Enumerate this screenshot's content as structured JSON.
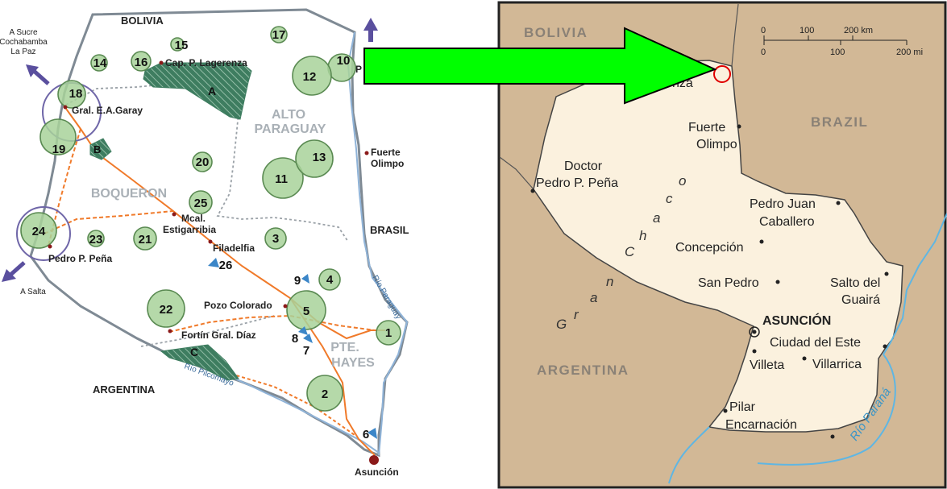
{
  "left_map": {
    "countries": {
      "bolivia": "BOLIVIA",
      "argentina": "ARGENTINA",
      "brasil": "BRASIL"
    },
    "departments": {
      "alto_paraguay_1": "ALTO",
      "alto_paraguay_2": "PARAGUAY",
      "boqueron": "BOQUERON",
      "pte_hayes_1": "PTE.",
      "pte_hayes_2": "HAYES"
    },
    "directions": {
      "north_1": "A Sucre",
      "north_2": "Cochabamba",
      "north_3": "La Paz",
      "south": "A Salta"
    },
    "towns": {
      "lagerenza": "Cap. P. Lagerenza",
      "garay": "Gral. E.A.Garay",
      "fuerte_1": "Fuerte",
      "fuerte_2": "Olimpo",
      "mcal_1": "Mcal.",
      "mcal_2": "Estigarribia",
      "filadelfia": "Filadelfia",
      "pena": "Pedro P. Peña",
      "pozo": "Pozo Colorado",
      "diaz": "Fortín Gral. Díaz",
      "asuncion": "Asunción",
      "partial_p": "P"
    },
    "rivers": {
      "paraguay": "Río Paraguay",
      "pilcomayo": "Río Pilcomayo"
    },
    "zones": {
      "a": "A",
      "b": "B",
      "c": "C"
    },
    "sites": [
      "1",
      "2",
      "3",
      "4",
      "5",
      "6",
      "7",
      "8",
      "9",
      "10",
      "11",
      "12",
      "13",
      "14",
      "15",
      "16",
      "17",
      "18",
      "19",
      "20",
      "21",
      "22",
      "23",
      "24",
      "25",
      "26"
    ]
  },
  "right_map": {
    "countries": {
      "bolivia": "BOLIVIA",
      "brazil": "BRAZIL",
      "argentina": "ARGENTINA"
    },
    "region": {
      "g1": "G",
      "g2": "r",
      "g3": "a",
      "g4": "n",
      "c1": "C",
      "c2": "h",
      "c3": "a",
      "c4": "c",
      "c5": "o"
    },
    "cities": {
      "partial": "nza",
      "fuerte_1": "Fuerte",
      "fuerte_2": "Olimpo",
      "doctor_1": "Doctor",
      "doctor_2": "Pedro P. Peña",
      "pjc_1": "Pedro Juan",
      "pjc_2": "Caballero",
      "concepcion": "Concepción",
      "san_pedro": "San Pedro",
      "salto_1": "Salto del",
      "salto_2": "Guairá",
      "asuncion": "ASUNCIÓN",
      "cde": "Ciudad del Este",
      "villeta": "Villeta",
      "villarrica": "Villarrica",
      "pilar": "Pilar",
      "encarnacion": "Encarnación",
      "rio_parana": "Río Paraná"
    },
    "scale": {
      "km_0": "0",
      "km_100": "100",
      "km_200": "200 km",
      "mi_0": "0",
      "mi_100": "100",
      "mi_200": "200 mi"
    }
  }
}
